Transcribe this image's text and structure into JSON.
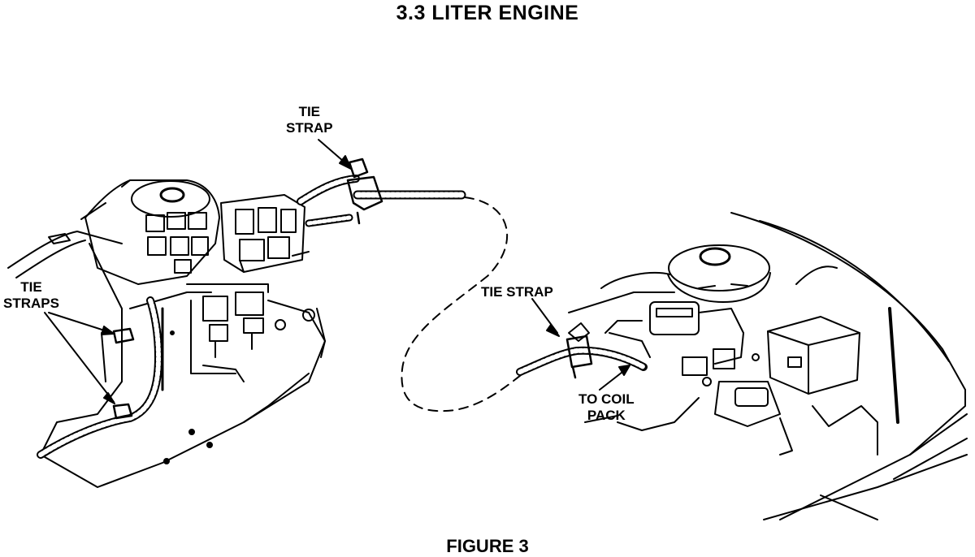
{
  "title": "3.3 LITER ENGINE",
  "caption": "FIGURE 3",
  "labels": {
    "tie_strap_top": [
      "TIE",
      "STRAP"
    ],
    "tie_straps_left": [
      "TIE",
      "STRAPS"
    ],
    "tie_strap_right": "TIE STRAP",
    "to_coil_pack": [
      "TO COIL",
      "PACK"
    ]
  },
  "colors": {
    "ink": "#000000",
    "paper": "#ffffff"
  }
}
